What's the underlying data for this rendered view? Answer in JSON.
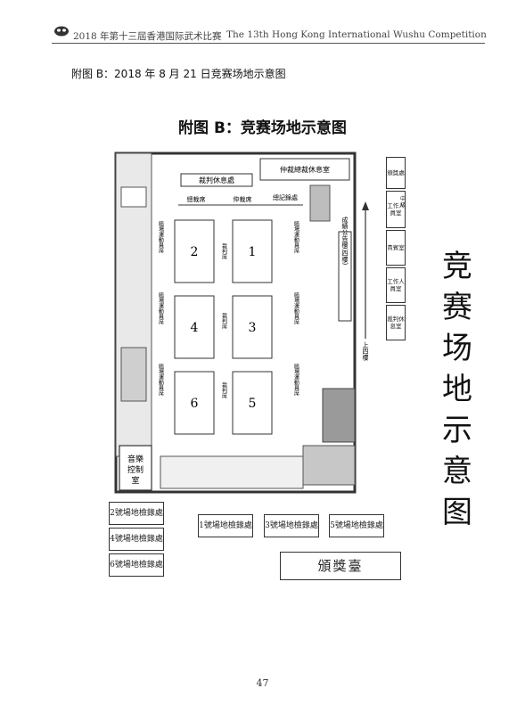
{
  "header": {
    "title_zh": "2018 年第十三屆香港国际武术比赛",
    "title_en": "The 13th Hong Kong International Wushu Competition"
  },
  "section_label": "附图 B：2018 年 8 月 21 日竞赛场地示意图",
  "plan_title": "附图 B：竞赛场地示意图",
  "vertical_title": [
    "竞",
    "赛",
    "场",
    "地",
    "示",
    "意",
    "图"
  ],
  "page_number": "47",
  "floor_plan": {
    "courts": [
      "2",
      "1",
      "4",
      "3",
      "6",
      "5"
    ],
    "referee_rest": "裁判休息處",
    "arbitration_rest": "仲裁總裁休息室",
    "chief_judge": "總裁席",
    "arbitration": "仲裁席",
    "records": "總記錄處",
    "judge_seats": "裁判席",
    "athlete_seats": "臨場運動員席",
    "results_board": "成績公告欄(四樓)",
    "upstairs": "上四樓",
    "music_control": "音樂控制室"
  },
  "right_rooms": [
    "頒獎處",
    "工作人員室",
    "貴賓室",
    "工作人員室",
    "裁判休息室"
  ],
  "right_room_note": "中級",
  "checkin": {
    "left": [
      "2號場地檢錄處",
      "4號場地檢錄處",
      "6號場地檢錄處"
    ],
    "middle": [
      "1號場地檢錄處",
      "3號場地檢錄處",
      "5號場地檢錄處"
    ]
  },
  "award_stage": "頒獎臺"
}
